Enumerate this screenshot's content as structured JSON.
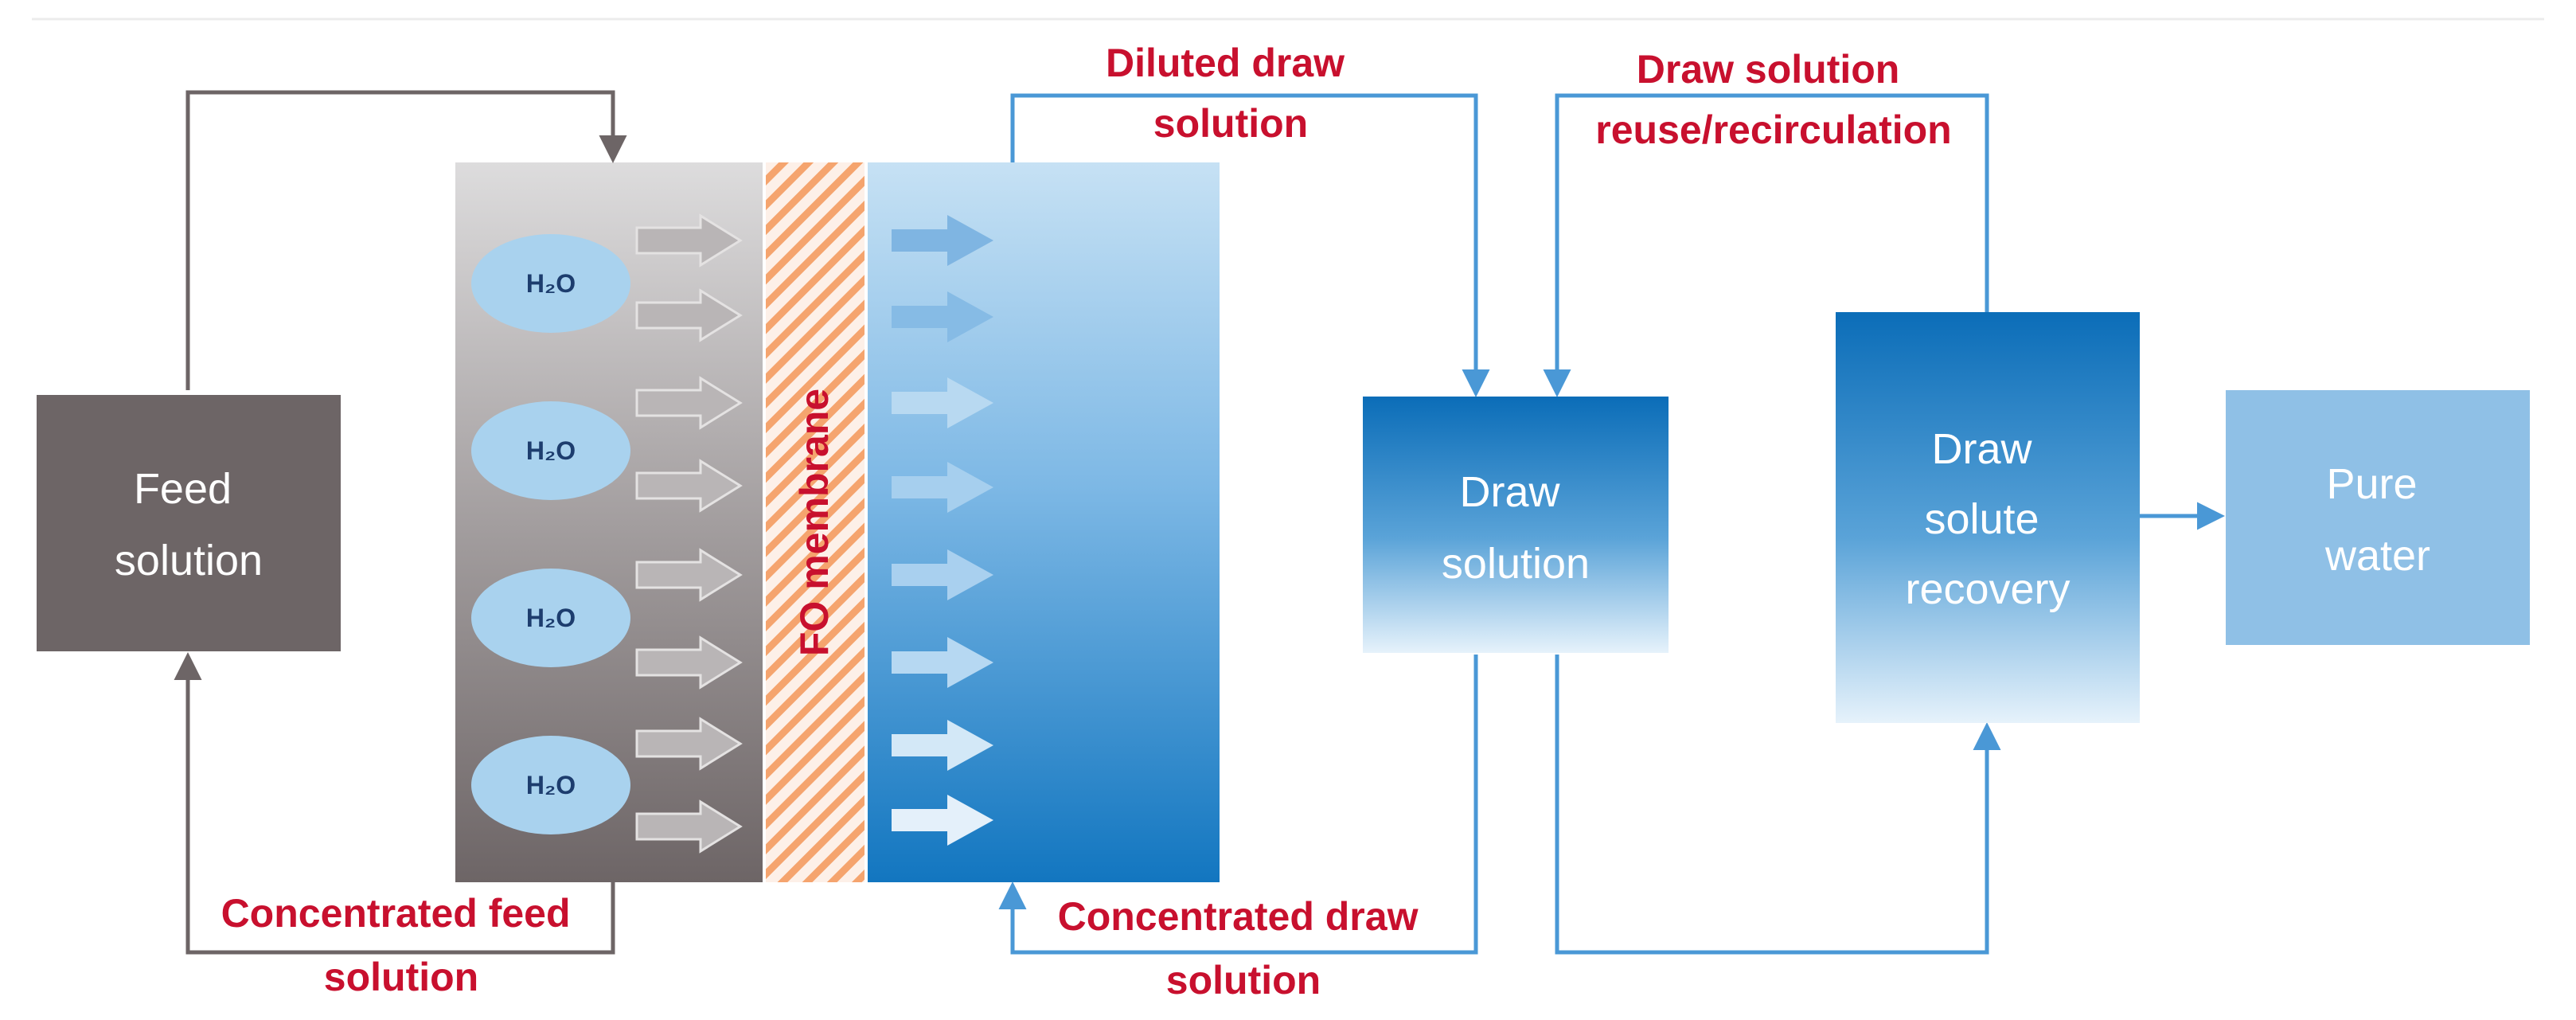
{
  "boxes": {
    "feed": [
      "Feed",
      "solution"
    ],
    "draw": [
      "Draw",
      "solution"
    ],
    "recovery": [
      "Draw",
      "solute",
      "recovery"
    ],
    "pure": [
      "Pure",
      "water"
    ]
  },
  "membrane_label": "FO membrane",
  "molecule_label": "H₂O",
  "flows": {
    "diluted": [
      "Diluted draw",
      "solution"
    ],
    "reuse": [
      "Draw solution",
      "reuse/recirculation"
    ],
    "conc_feed": [
      "Concentrated feed",
      "solution"
    ],
    "conc_draw": [
      "Concentrated draw",
      "solution"
    ]
  },
  "colors": {
    "feed_box": "#6d6566",
    "label_red": "#c8102e",
    "line_gray": "#6d6566",
    "line_blue": "#4a98d6",
    "h2o_ellipse": "#a9d2ee",
    "pure_box": "#8fc0e6"
  }
}
